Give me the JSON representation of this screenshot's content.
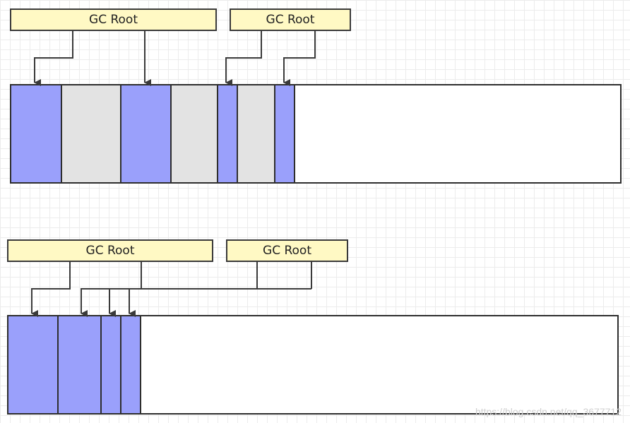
{
  "top_diagram": {
    "root_labels": [
      "GC Root",
      "GC Root"
    ]
  },
  "bottom_diagram": {
    "root_labels": [
      "GC Root",
      "GC Root"
    ]
  },
  "colors": {
    "live_object": "#9aa0fb",
    "garbage_object": "#e3e3e3",
    "free_space": "#ffffff",
    "root_box": "#fff9c4",
    "line": "#3a3a3a"
  },
  "watermark": "https://blog.csdn.net/qq_3677712"
}
